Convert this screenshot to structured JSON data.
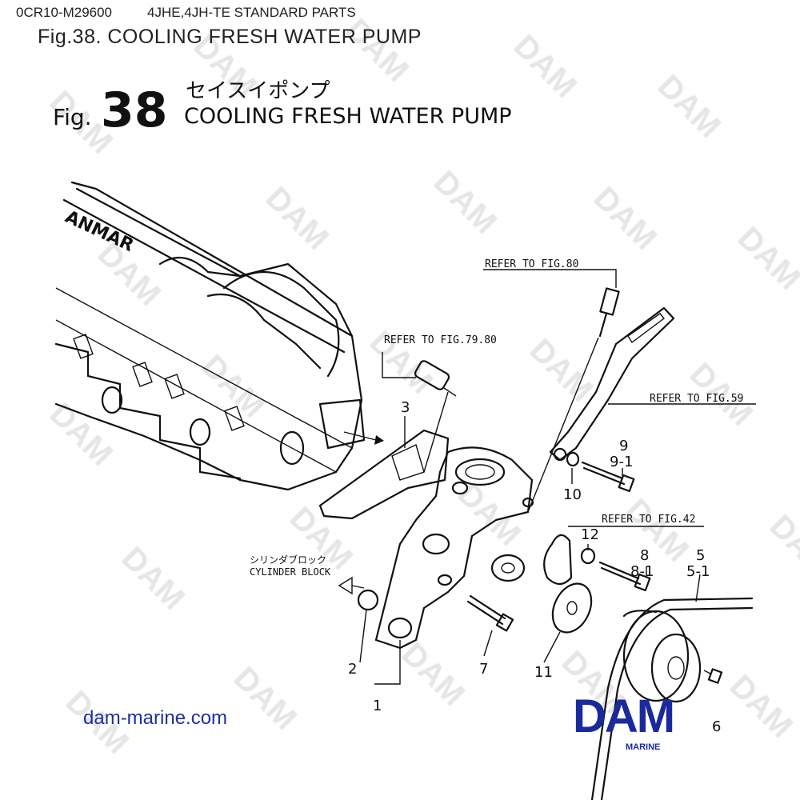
{
  "header": {
    "doc_code": "0CR10-M29600",
    "model": "4JHE,4JH-TE STANDARD PARTS",
    "figure_title": "Fig.38.  COOLING FRESH WATER PUMP"
  },
  "diagram": {
    "fig_prefix": "Fig.",
    "fig_number": "38",
    "title_jp": "セイスイポンプ",
    "title_en": "COOLING FRESH WATER PUMP",
    "engine_brand": "ANMAR",
    "refs": {
      "fig80": "REFER TO FIG.80",
      "fig7980": "REFER TO FIG.79.80",
      "fig59": "REFER TO FIG.59",
      "fig42": "REFER TO FIG.42"
    },
    "cylinder_block_jp": "シリンダブロック",
    "cylinder_block_en": "CYLINDER BLOCK",
    "callouts": {
      "c1": "1",
      "c2": "2",
      "c3": "3",
      "c5": "5",
      "c5_1": "5-1",
      "c6": "6",
      "c7": "7",
      "c8": "8",
      "c8_1": "8-1",
      "c9": "9",
      "c9_1": "9-1",
      "c10": "10",
      "c11": "11",
      "c12": "12"
    }
  },
  "footer": {
    "website": "dam-marine.com",
    "logo_text": "DAM",
    "logo_sub": "MARINE"
  },
  "watermark": {
    "text": "DAM",
    "color": "#e6e6e6"
  },
  "colors": {
    "brand_blue": "#1a2a9c",
    "link_blue": "#1f2fa0"
  }
}
